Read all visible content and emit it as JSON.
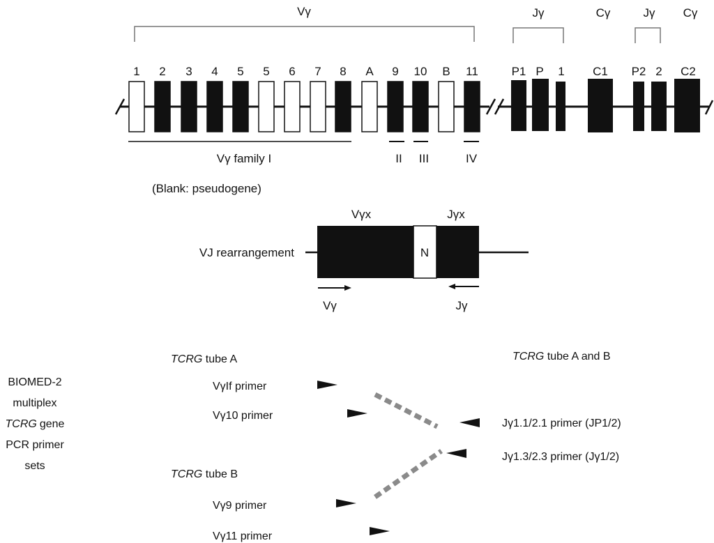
{
  "locus": {
    "v_title": "Vγ",
    "j_title_1": "Jγ",
    "c_title_1": "Cγ",
    "j_title_2": "Jγ",
    "c_title_2": "Cγ",
    "segments": [
      {
        "label": "1",
        "filled": false
      },
      {
        "label": "2",
        "filled": true
      },
      {
        "label": "3",
        "filled": true
      },
      {
        "label": "4",
        "filled": true
      },
      {
        "label": "5",
        "filled": true
      },
      {
        "label": "5",
        "filled": false
      },
      {
        "label": "6",
        "filled": false
      },
      {
        "label": "7",
        "filled": false
      },
      {
        "label": "8",
        "filled": true
      },
      {
        "label": "A",
        "filled": false
      },
      {
        "label": "9",
        "filled": true
      },
      {
        "label": "10",
        "filled": true
      },
      {
        "label": "B",
        "filled": false
      },
      {
        "label": "11",
        "filled": true
      }
    ],
    "j_segments_1": [
      "P1",
      "P",
      "1"
    ],
    "c_segment_1": "C1",
    "j_segments_2": [
      "P2",
      "2"
    ],
    "c_segment_2": "C2",
    "family_I": "Vγ family I",
    "family_II": "II",
    "family_III": "III",
    "family_IV": "IV",
    "legend": "(Blank: pseudogene)"
  },
  "rearrangement": {
    "label": "VJ rearrangement",
    "v_label": "Vγx",
    "j_label": "Jγx",
    "n_label": "N",
    "v_primer": "Vγ",
    "j_primer": "Jγ"
  },
  "primers": {
    "side_lines": [
      "BIOMED-2",
      "multiplex",
      "TCRG gene",
      "PCR primer",
      "sets"
    ],
    "tube_a_gene": "TCRG",
    "tube_a_rest": " tube A",
    "tube_b_gene": "TCRG",
    "tube_b_rest": " tube B",
    "tube_ab_gene": "TCRG",
    "tube_ab_rest": " tube A and B",
    "vgif": "VγIf primer",
    "vg10": "Vγ10 primer",
    "vg9": "Vγ9 primer",
    "vg11": "Vγ11 primer",
    "jg1": "Jγ1.1/2.1 primer (JP1/2)",
    "jg2": "Jγ1.3/2.3 primer (Jγ1/2)"
  }
}
